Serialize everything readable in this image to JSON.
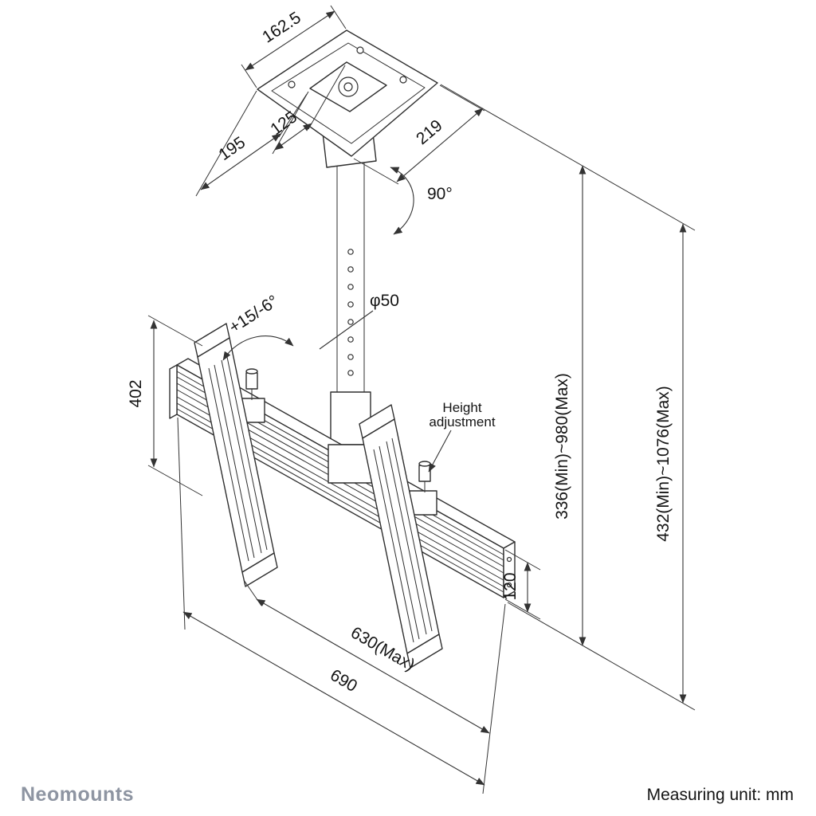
{
  "footer": {
    "brand": "Neomounts",
    "measuring_unit": "Measuring unit: mm"
  },
  "drawing": {
    "labels": {
      "dim_162_5": "162.5",
      "dim_125": "125",
      "dim_195": "195",
      "dim_219": "219",
      "rotation": "90°",
      "pole_diameter": "φ50",
      "tilt": "+15/-6°",
      "dim_402": "402",
      "height_adj_1": "Height",
      "height_adj_2": "adjustment",
      "pole_height_range": "336(Min)~980(Max)",
      "total_height_range": "432(Min)~1076(Max)",
      "dim_120": "120",
      "dim_630": "630(Max)",
      "dim_690": "690"
    }
  }
}
